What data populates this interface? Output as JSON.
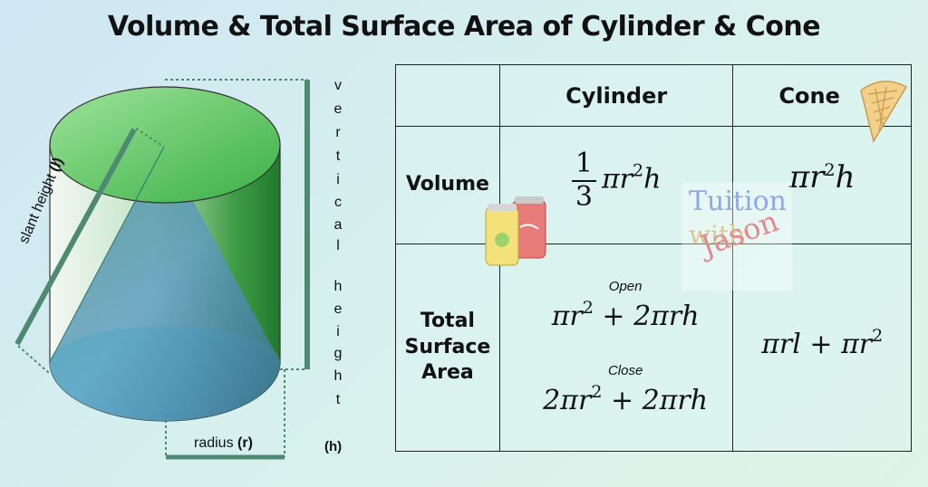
{
  "title": "Volume & Total Surface Area of Cylinder & Cone",
  "diagram": {
    "vertical_letters": [
      "v",
      "e",
      "r",
      "t",
      "i",
      "c",
      "a",
      "l",
      "h",
      "e",
      "i",
      "g",
      "h",
      "t"
    ],
    "h_label": "(h)",
    "radius_text": "radius ",
    "radius_symbol": "(r)",
    "slant_text": "slant height ",
    "slant_symbol": "(l)"
  },
  "table": {
    "col_cylinder": "Cylinder",
    "col_cone": "Cone",
    "row_volume": "Volume",
    "row_tsa": [
      "Total",
      "Surface",
      "Area"
    ],
    "cyl_volume": {
      "num": "1",
      "den": "3",
      "rest": "πr",
      "exp": "2",
      "tail": "h"
    },
    "cone_volume": {
      "base": "πr",
      "exp": "2",
      "tail": "h"
    },
    "cyl_open_label": "Open",
    "cyl_open": {
      "a": "πr",
      "exp": "2",
      "b": " + 2πrh"
    },
    "cyl_close_label": "Close",
    "cyl_close": {
      "a": "2πr",
      "exp": "2",
      "b": " + 2πrh"
    },
    "cone_tsa": {
      "a": "πrl + πr",
      "exp": "2"
    }
  },
  "watermark": {
    "line1": "Tuition",
    "line2": "with",
    "line3": "Jason"
  },
  "colors": {
    "cylinder_top": "#5ec95e",
    "cylinder_side": "#2f9a3a",
    "cone": "#4a7fb8",
    "guide": "#4e8a72"
  },
  "icons": [
    "cola-cans-icon",
    "ice-cream-cone-icon"
  ]
}
